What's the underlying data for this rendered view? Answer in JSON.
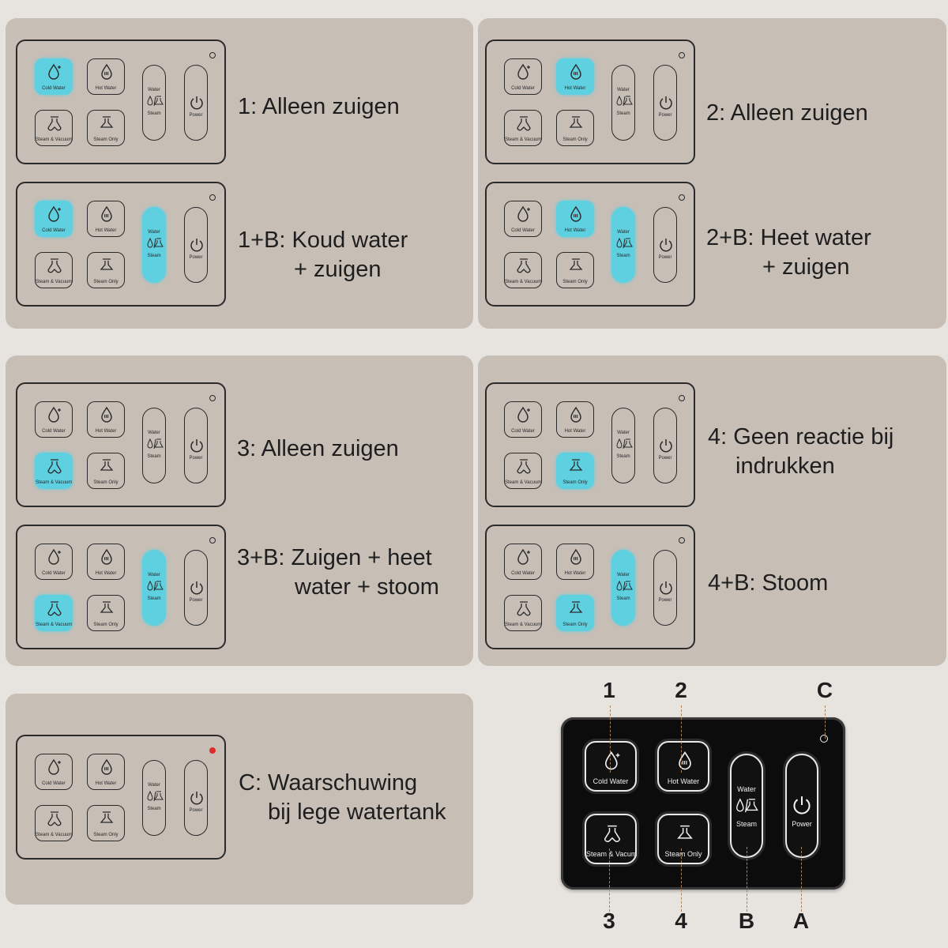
{
  "panel_labels": {
    "cold_water": "Cold Water",
    "hot_water": "Hot Water",
    "steam_vacuum": "Steam & Vacuum",
    "steam_only": "Steam Only",
    "water": "Water",
    "steam": "Steam",
    "power": "Power"
  },
  "device_labels": {
    "cold_water": "Cold Water",
    "hot_water": "Hot Water",
    "steam_vacuum": "Steam & Vacum",
    "steam_only": "Steam Only",
    "water": "Water",
    "steam": "Steam",
    "power": "Power"
  },
  "callouts": {
    "one": "1",
    "two": "2",
    "three": "3",
    "four": "4",
    "a": "A",
    "b": "B",
    "c": "C"
  },
  "captions": {
    "c1": [
      "1: Alleen zuigen"
    ],
    "c1b": [
      "1+B: Koud water",
      "+ zuigen"
    ],
    "c2": [
      "2: Alleen zuigen"
    ],
    "c2b": [
      "2+B: Heet water",
      "+ zuigen"
    ],
    "c3": [
      "3: Alleen zuigen"
    ],
    "c3b": [
      "3+B: Zuigen + heet",
      "water + stoom"
    ],
    "c4": [
      "4: Geen reactie bij",
      "indrukken"
    ],
    "c4b": [
      "4+B: Stoom"
    ],
    "cc": [
      "C: Waarschuwing",
      "bij lege watertank"
    ]
  },
  "states": {
    "c1": {
      "lit": [
        "cold"
      ],
      "warning": false
    },
    "c1b": {
      "lit": [
        "cold",
        "water_steam"
      ],
      "warning": false
    },
    "c2": {
      "lit": [
        "hot"
      ],
      "warning": false
    },
    "c2b": {
      "lit": [
        "hot",
        "water_steam"
      ],
      "warning": false
    },
    "c3": {
      "lit": [
        "steam_vacuum"
      ],
      "warning": false
    },
    "c3b": {
      "lit": [
        "steam_vacuum",
        "water_steam"
      ],
      "warning": false
    },
    "c4": {
      "lit": [
        "steam_only"
      ],
      "warning": false
    },
    "c4b": {
      "lit": [
        "steam_only",
        "water_steam"
      ],
      "warning": false
    },
    "cc": {
      "lit": [],
      "warning": true
    }
  },
  "colors": {
    "lit": "#5fd0e0",
    "warning": "#e02b2b",
    "card": "#c7beb6",
    "background": "#e7e4df"
  }
}
